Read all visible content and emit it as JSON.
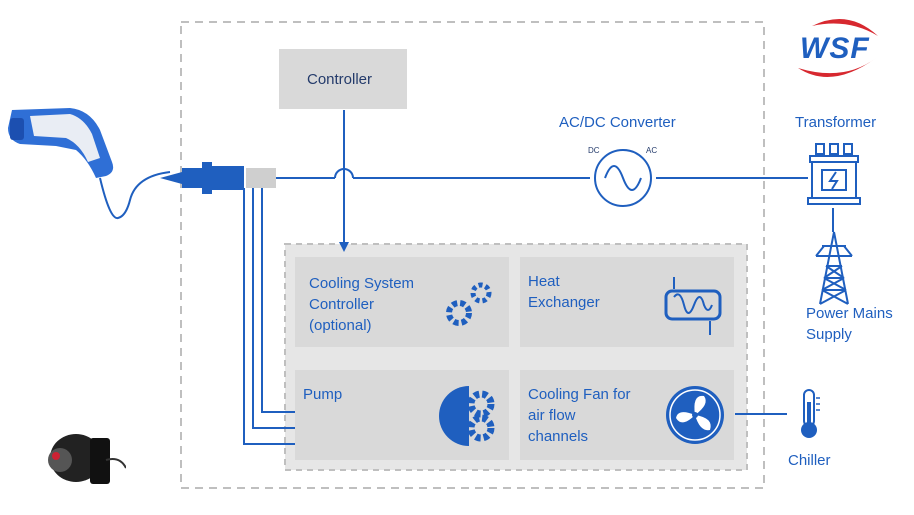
{
  "logo": {
    "text": "WSF",
    "primary_color": "#d7282f",
    "text_color": "#1f5fbf"
  },
  "colors": {
    "line": "#1f5fbf",
    "box_fill": "#d9d9d9",
    "group_fill": "#e6e6e6",
    "dashed_border": "#bfbfbf"
  },
  "controller": {
    "label": "Controller"
  },
  "converter": {
    "label": "AC/DC Converter",
    "dc_tag": "DC",
    "ac_tag": "AC",
    "icon": "sine-wave-icon"
  },
  "transformer": {
    "label": "Transformer",
    "icon": "transformer-icon"
  },
  "power_supply": {
    "line1": "Power Mains",
    "line2": "Supply",
    "icon": "power-tower-icon"
  },
  "chiller": {
    "label": "Chiller",
    "icon": "thermometer-icon"
  },
  "modules": {
    "cooling_controller": {
      "line1": "Cooling System",
      "line2": "Controller",
      "line3": "(optional)",
      "icon": "gears-icon"
    },
    "heat_exchanger": {
      "line1": "Heat",
      "line2": "Exchanger",
      "icon": "heat-exchanger-icon"
    },
    "pump": {
      "label": "Pump",
      "icon": "pump-gears-icon"
    },
    "cooling_fan": {
      "line1": "Cooling Fan for",
      "line2": "air flow",
      "line3": "channels",
      "icon": "fan-icon"
    }
  }
}
